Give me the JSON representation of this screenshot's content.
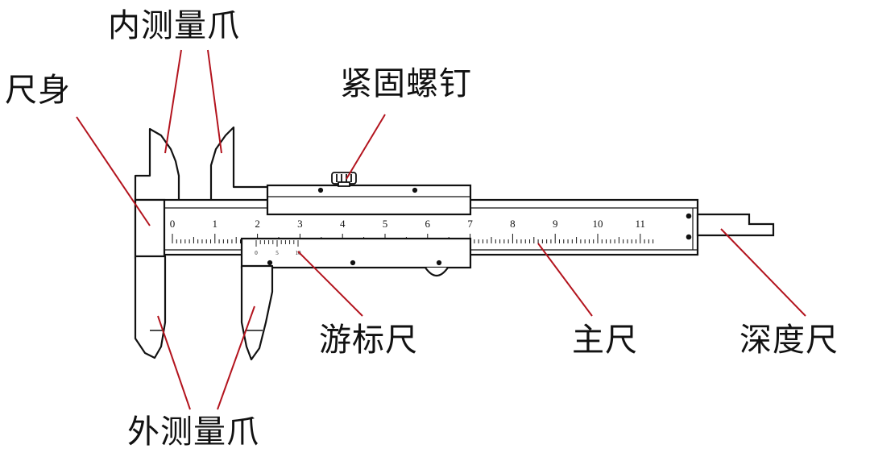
{
  "labels": {
    "inner_jaws": "内测量爪",
    "ruler_body": "尺身",
    "locking_screw": "紧固螺钉",
    "vernier_scale": "游标尺",
    "main_scale": "主尺",
    "depth_rod": "深度尺",
    "outer_jaws": "外测量爪"
  },
  "main_scale": {
    "numbers": [
      "0",
      "1",
      "2",
      "3",
      "4",
      "5",
      "6",
      "7",
      "8",
      "9",
      "10",
      "11"
    ]
  },
  "vernier": {
    "numbers": [
      "0",
      "5",
      "10"
    ]
  },
  "colors": {
    "leader_line": "#b3141e",
    "outline": "#111111",
    "body_fill": "#ffffff"
  }
}
